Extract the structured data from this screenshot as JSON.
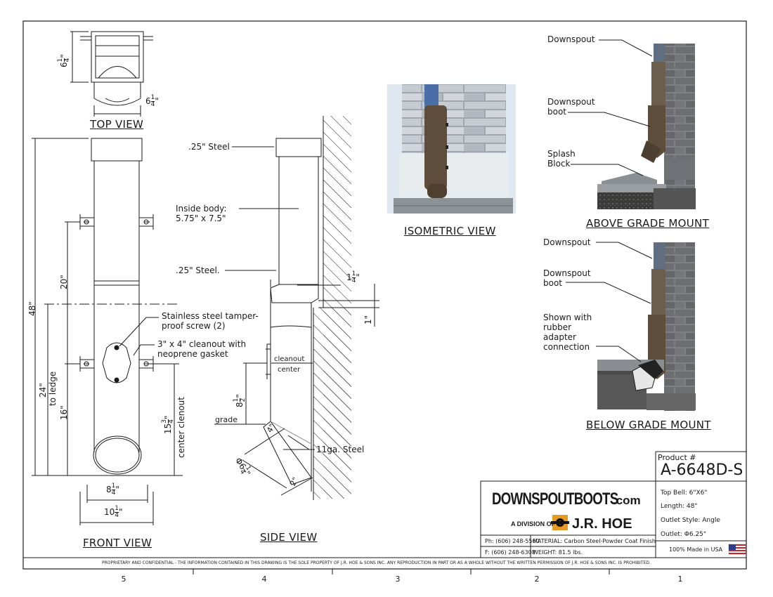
{
  "views": {
    "top": "TOP VIEW",
    "front": "FRONT VIEW",
    "side": "SIDE VIEW",
    "isometric": "ISOMETRIC VIEW",
    "above_grade": "ABOVE GRADE MOUNT",
    "below_grade": "BELOW GRADE MOUNT"
  },
  "dimensions": {
    "top_height_whole": "6",
    "top_height_num": "1",
    "top_height_den": "4",
    "top_height_unit": "\"",
    "top_width_whole": "6",
    "top_width_num": "1",
    "top_width_den": "4",
    "top_width_unit": "\"",
    "overall": "48\"",
    "d20": "20\"",
    "d24": "24\"",
    "to_ledge": "to ledge",
    "d16": "16\"",
    "center_whole": "15",
    "center_num": "3",
    "center_den": "4",
    "center_unit": "\"",
    "center_cleanout": "center clenout",
    "w1_whole": "8",
    "w1_num": "1",
    "w1_den": "4",
    "w1_unit": "\"",
    "w2_whole": "10",
    "w2_num": "1",
    "w2_den": "4",
    "w2_unit": "\"",
    "side_top_whole": "1",
    "side_top_num": "1",
    "side_top_den": "4",
    "side_top_unit": "\"",
    "side_one": "1\"",
    "side_grade_whole": "8",
    "side_grade_num": "1",
    "side_grade_den": "2",
    "side_grade_unit": "\"",
    "outlet_a": "4\"",
    "outlet_b": "2\"",
    "outlet_dia_whole": "6",
    "outlet_dia_num": "1",
    "outlet_dia_den": "4",
    "outlet_dia_unit": "\""
  },
  "annotations": {
    "steel_top": ".25\" Steel",
    "inside_body_1": "Inside body:",
    "inside_body_2": "5.75\" x 7.5\"",
    "steel_mid": ".25\" Steel.",
    "screw_1": "Stainless steel tamper-",
    "screw_2": "proof screw (2)",
    "cleanout_1": "3\" x 4\" cleanout with",
    "cleanout_2": "neoprene gasket",
    "cleanout_center_1": "cleanout",
    "cleanout_center_2": "center",
    "grade": "grade",
    "gauge": "11ga. Steel",
    "phi": "Φ"
  },
  "mount_labels": {
    "above_downspout": "Downspout",
    "above_boot_1": "Downspout",
    "above_boot_2": "boot",
    "splash_1": "Splash",
    "splash_2": "Block",
    "below_downspout": "Downspout",
    "below_boot_1": "Downspout",
    "below_boot_2": "boot",
    "shown_1": "Shown with",
    "shown_2": "rubber",
    "shown_3": "adapter",
    "shown_4": "connection"
  },
  "title_block": {
    "brand": "DOWNSPOUTBOOTS",
    "brand_suffix": ".com",
    "division": "A DIVISION OF",
    "company": "J.R. HOE",
    "phone": "Ph: (606) 248-5560",
    "fax": "F: (606) 248-6308",
    "material": "MATERIAL: Carbon Steel-Powder Coat Finish",
    "weight": "WEIGHT: 81.5 lbs.",
    "product_label": "Product #",
    "product_number": "A-6648D-S",
    "top_bell": "Top Bell: 6\"X6\"",
    "length": "Length: 48\"",
    "outlet_style": "Outlet Style: Angle",
    "outlet": "Outlet: Φ6.25\"",
    "made_in": "100% Made in USA"
  },
  "proprietary": "PROPRIETARY AND CONFIDENTIAL  -  THE INFORMATION CONTAINED IN THIS DRAWING IS THE SOLE PROPERTY OF J.R. HOE & SONS INC.  ANY REPRODUCTION IN PART OR AS A WHOLE WITHOUT THE WRITTEN PERMISSION OF J.R. HOE & SONS INC. IS PROHIBITED.",
  "zones": [
    "5",
    "4",
    "3",
    "2",
    "1"
  ],
  "colors": {
    "line": "#1a1a1a",
    "boot_brown": "#5a4a38",
    "brick_gray": "#7d7d7d",
    "flag_red": "#c0282d",
    "flag_blue": "#2a3a8c"
  }
}
